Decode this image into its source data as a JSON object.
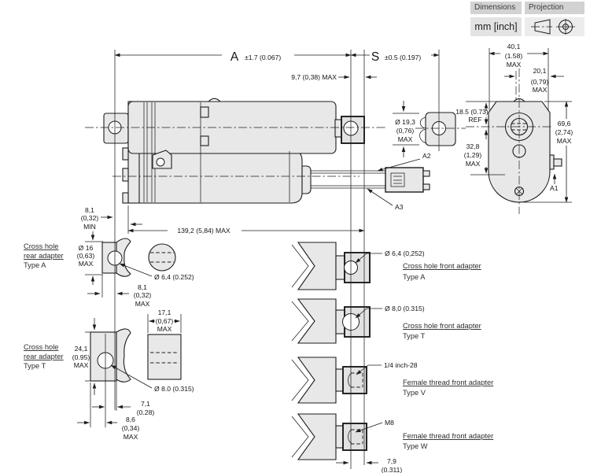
{
  "legend": {
    "dimensions": "Dimensions",
    "projection": "Projection",
    "units": "mm [inch]"
  },
  "colors": {
    "body_fill": "#e8e8e8",
    "line": "#1c1c1c",
    "header_bg": "#d2d2d2"
  },
  "main_view": {
    "stroke_a": {
      "letter": "A",
      "tol": "±1.7 (0.067)"
    },
    "stroke_s": {
      "letter": "S",
      "tol": "±0.5 (0.197)"
    },
    "rod_offset": "9,7 (0,38) MAX",
    "clevis_dia": [
      "Ø 19,3",
      "(0,76)",
      "MAX"
    ],
    "rear_min": [
      "8,1",
      "(0,32)",
      "MIN"
    ],
    "body_len": "139,2 (5,84) MAX",
    "wire_a2": "A2",
    "wire_a3": "A3"
  },
  "end_view": {
    "width": [
      "40,1",
      "(1.58)",
      "MAX"
    ],
    "top_width": [
      "20,1",
      "(0,79)",
      "MAX"
    ],
    "ref": [
      "18.5 (0.73)",
      "REF"
    ],
    "lower": [
      "32,8",
      "(1,29)",
      "MAX"
    ],
    "height": [
      "69,6",
      "(2,74)",
      "MAX"
    ],
    "connector": "A1"
  },
  "rear_adapters": [
    {
      "label": [
        "Cross hole",
        "rear adapter",
        "Type A"
      ],
      "dia": [
        "Ø 16",
        "(0,63)",
        "MAX"
      ],
      "hole": "Ø 6,4 (0.252)",
      "offset": [
        "8,1",
        "(0,32)",
        "MAX"
      ]
    },
    {
      "label": [
        "Cross hole",
        "rear adapter",
        "Type T"
      ],
      "height": [
        "24,1",
        "(0.95)",
        "MAX"
      ],
      "width": [
        "17,1",
        "(0,67)",
        "MAX"
      ],
      "hole": "Ø 8.0 (0.315)",
      "offset1": [
        "7,1",
        "(0.28)"
      ],
      "offset2": [
        "8,6",
        "(0,34)",
        "MAX"
      ]
    }
  ],
  "front_adapters": [
    {
      "callout": "Ø 6,4 (0,252)",
      "label": [
        "Cross hole front adapter",
        "Type A"
      ]
    },
    {
      "callout": "Ø 8,0 (0.315)",
      "label": [
        "Cross hole front adapter",
        "Type T"
      ]
    },
    {
      "callout": "1/4 inch-28",
      "label": [
        "Female thread front adapter",
        "Type V"
      ]
    },
    {
      "callout": "M8",
      "label": [
        "Female thread front adapter",
        "Type W"
      ]
    }
  ],
  "front_offset": [
    "7,9",
    "(0.311)"
  ]
}
